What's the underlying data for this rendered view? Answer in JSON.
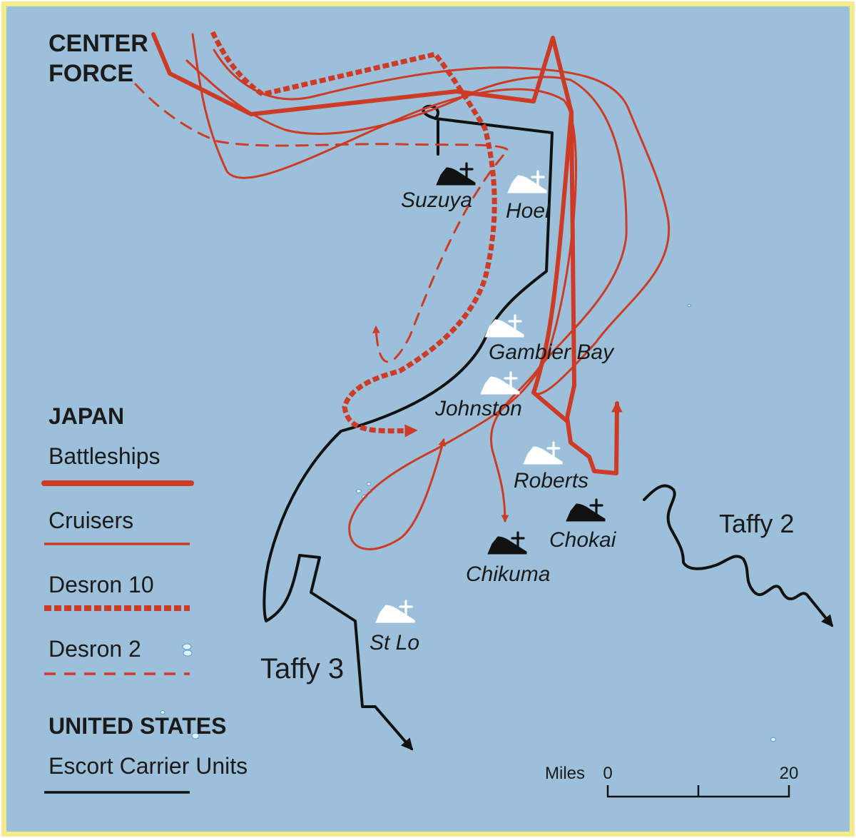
{
  "colors": {
    "sea": "#9dc0da",
    "border": "#f2ec8c",
    "japan": "#cd3b26",
    "us": "#111111",
    "ship_sunk_us": "#ffffff",
    "ship_sunk_japan": "#111111",
    "island": "#dff3fa"
  },
  "forces": {
    "center_force_line1": "CENTER",
    "center_force_line2": "FORCE",
    "taffy3": "Taffy 3",
    "taffy2": "Taffy 2"
  },
  "ships": {
    "suzuya": "Suzuya",
    "hoel": "Hoel",
    "gambier_bay": "Gambier Bay",
    "johnston": "Johnston",
    "roberts": "Roberts",
    "chokai": "Chokai",
    "chikuma": "Chikuma",
    "st_lo": "St Lo"
  },
  "legend": {
    "japan_heading": "JAPAN",
    "battleships": "Battleships",
    "cruisers": "Cruisers",
    "desron10": "Desron 10",
    "desron2": "Desron 2",
    "us_heading": "UNITED STATES",
    "escort_carriers": "Escort Carrier Units"
  },
  "scale": {
    "label": "Miles",
    "start": "0",
    "end": "20"
  }
}
